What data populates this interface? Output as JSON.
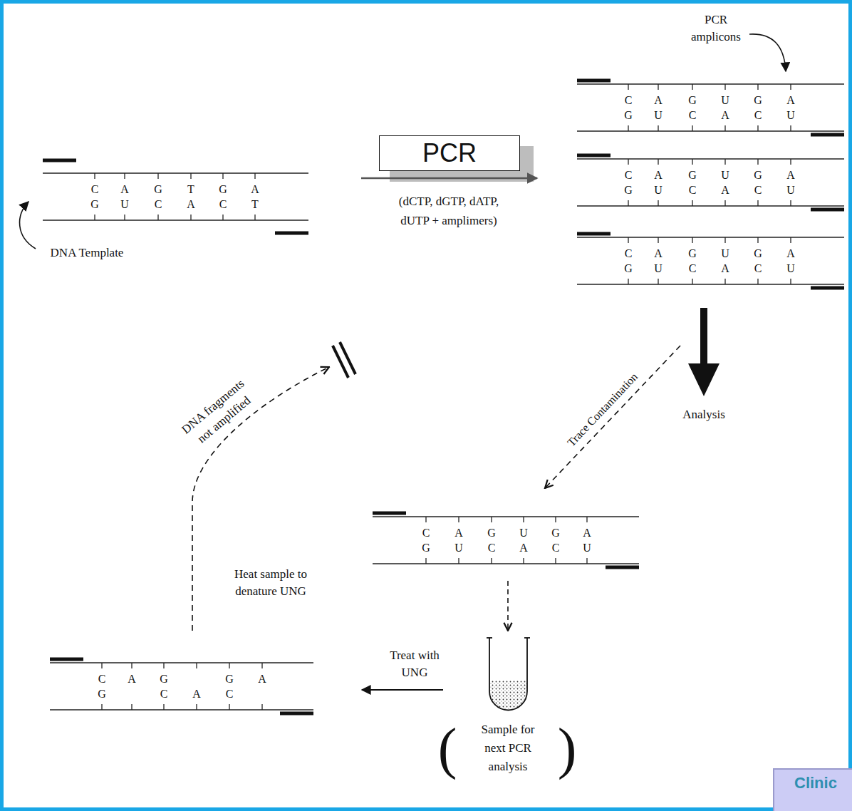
{
  "diagram": {
    "nodes": [
      {
        "text": [
          "PCR"
        ]
      },
      {
        "text": [
          "Clinic"
        ]
      }
    ],
    "labels": [
      "PCR amplicons",
      "DNA Template",
      "(dCTP, dGTP, dATP, dUTP + amplimers)",
      "Analysis",
      "Trace Contamination",
      "DNA fragments not amplified",
      "Heat sample to denature UNG",
      "Treat with UNG",
      "(",
      "Sample for next PCR analysis",
      ")",
      "C",
      "A",
      "G",
      "T",
      "G",
      "A",
      "G",
      "U",
      "C",
      "A",
      "C",
      "T",
      "C",
      "A",
      "G",
      "U",
      "G",
      "A",
      "G",
      "U",
      "C",
      "A",
      "C",
      "U",
      "C",
      "A",
      "G",
      "U",
      "G",
      "A",
      "G",
      "U",
      "C",
      "A",
      "C",
      "U",
      "C",
      "A",
      "G",
      "U",
      "G",
      "A",
      "G",
      "U",
      "C",
      "A",
      "C",
      "U",
      "C",
      "A",
      "G",
      "U",
      "G",
      "A",
      "G",
      "U",
      "C",
      "A",
      "C",
      "U",
      "C",
      "A",
      "G",
      "G",
      "A",
      "G",
      "C",
      "A",
      "C"
    ]
  }
}
